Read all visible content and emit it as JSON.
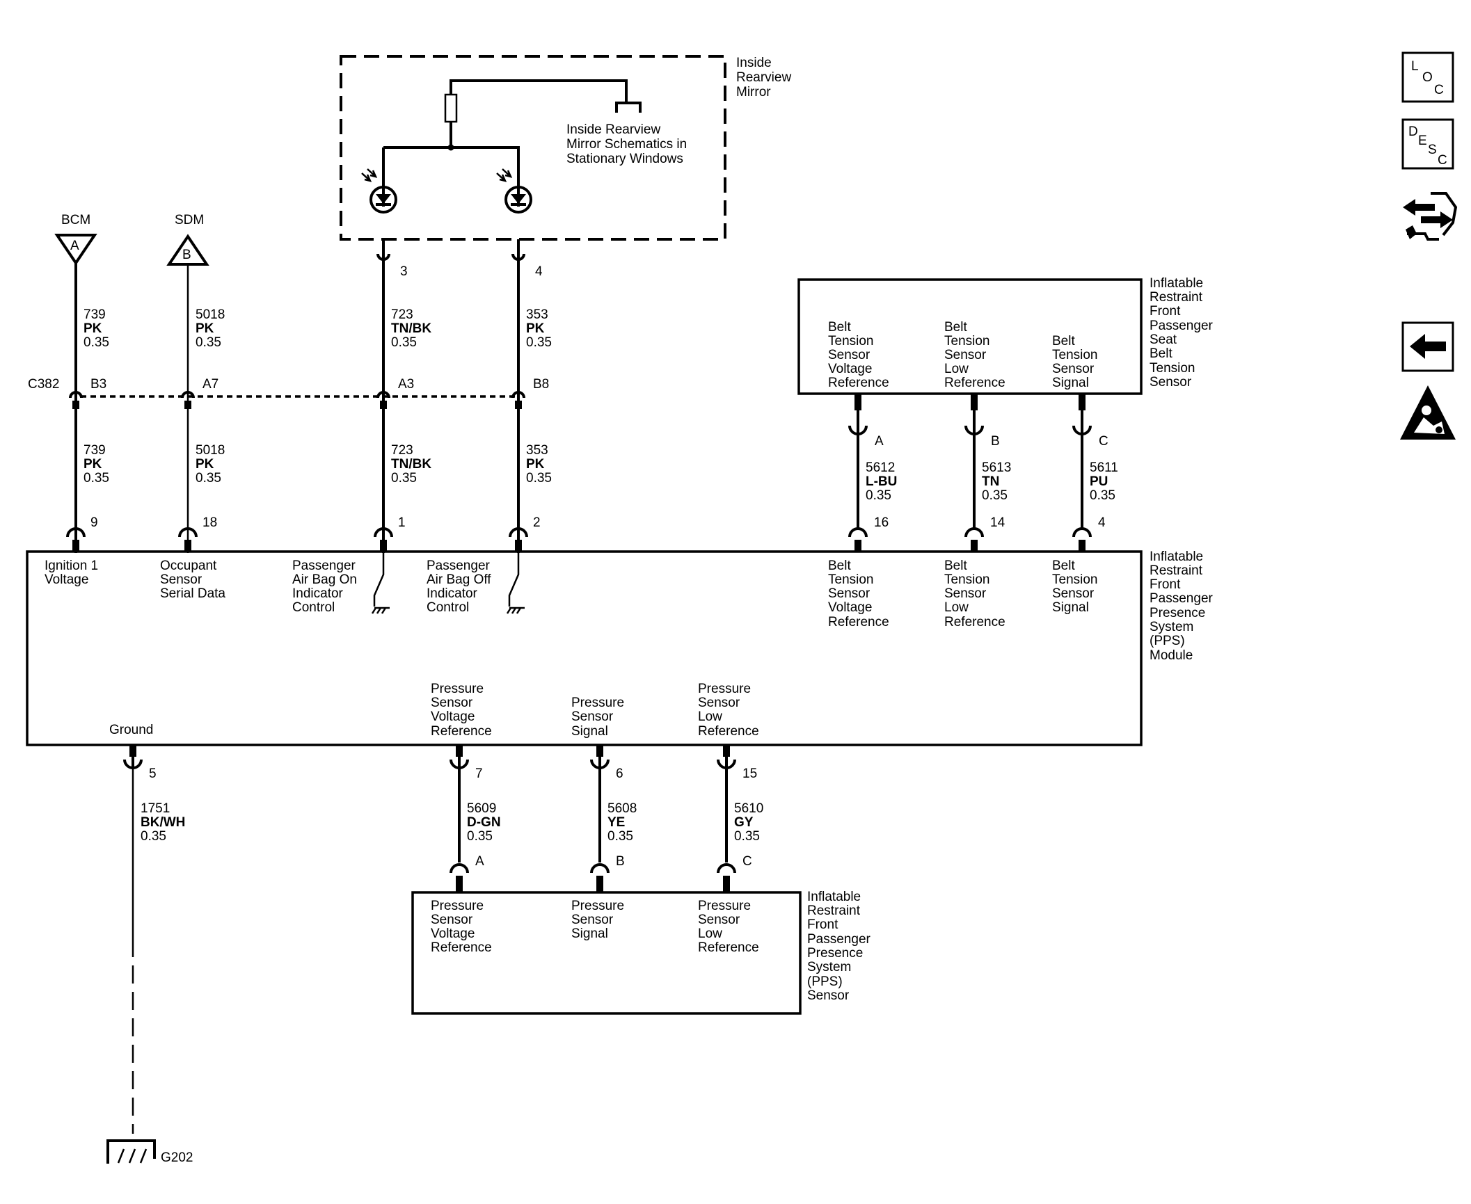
{
  "mirror": {
    "title": [
      "Inside",
      "Rearview",
      "Mirror"
    ],
    "note": [
      "Inside Rearview",
      "Mirror Schematics in",
      "Stationary Windows"
    ],
    "pins": [
      "3",
      "4"
    ]
  },
  "refs": {
    "bcm": {
      "name": "BCM",
      "letter": "A"
    },
    "sdm": {
      "name": "SDM",
      "letter": "B"
    }
  },
  "connector_c382": {
    "id": "C382",
    "cavities": [
      "B3",
      "A7",
      "A3",
      "B8"
    ]
  },
  "wires_upper": [
    {
      "circuit": "739",
      "color": "PK",
      "size": "0.35"
    },
    {
      "circuit": "5018",
      "color": "PK",
      "size": "0.35"
    },
    {
      "circuit": "723",
      "color": "TN/BK",
      "size": "0.35"
    },
    {
      "circuit": "353",
      "color": "PK",
      "size": "0.35"
    }
  ],
  "wires_lower": [
    {
      "circuit": "739",
      "color": "PK",
      "size": "0.35",
      "pin": "9"
    },
    {
      "circuit": "5018",
      "color": "PK",
      "size": "0.35",
      "pin": "18"
    },
    {
      "circuit": "723",
      "color": "TN/BK",
      "size": "0.35",
      "pin": "1"
    },
    {
      "circuit": "353",
      "color": "PK",
      "size": "0.35",
      "pin": "2"
    }
  ],
  "belt_sensor": {
    "title": [
      "Inflatable",
      "Restraint",
      "Front",
      "Passenger",
      "Seat",
      "Belt",
      "Tension",
      "Sensor"
    ],
    "pins": [
      {
        "label": [
          "Belt",
          "Tension",
          "Sensor",
          "Voltage",
          "Reference"
        ],
        "cavity": "A",
        "circuit": "5612",
        "color": "L-BU",
        "size": "0.35",
        "module_pin": "16"
      },
      {
        "label": [
          "Belt",
          "Tension",
          "Sensor",
          "Low",
          "Reference"
        ],
        "cavity": "B",
        "circuit": "5613",
        "color": "TN",
        "size": "0.35",
        "module_pin": "14"
      },
      {
        "label": [
          "Belt",
          "Tension",
          "Sensor",
          "Signal"
        ],
        "cavity": "C",
        "circuit": "5611",
        "color": "PU",
        "size": "0.35",
        "module_pin": "4"
      }
    ]
  },
  "module": {
    "title": [
      "Inflatable",
      "Restraint",
      "Front",
      "Passenger",
      "Presence",
      "System",
      "(PPS)",
      "Module"
    ],
    "top_labels": [
      [
        "Ignition 1",
        "Voltage"
      ],
      [
        "Occupant",
        "Sensor",
        "Serial Data"
      ],
      [
        "Passenger",
        "Air Bag On",
        "Indicator",
        "Control"
      ],
      [
        "Passenger",
        "Air Bag Off",
        "Indicator",
        "Control"
      ],
      [
        "Belt",
        "Tension",
        "Sensor",
        "Voltage",
        "Reference"
      ],
      [
        "Belt",
        "Tension",
        "Sensor",
        "Low",
        "Reference"
      ],
      [
        "Belt",
        "Tension",
        "Sensor",
        "Signal"
      ]
    ],
    "ground_label": "Ground",
    "bottom_labels": [
      [
        "Pressure",
        "Sensor",
        "Voltage",
        "Reference"
      ],
      [
        "Pressure",
        "Sensor",
        "Signal"
      ],
      [
        "Pressure",
        "Sensor",
        "Low",
        "Reference"
      ]
    ]
  },
  "ground_wire": {
    "pin": "5",
    "circuit": "1751",
    "color": "BK/WH",
    "size": "0.35",
    "ground": "G202"
  },
  "pressure_wires": [
    {
      "module_pin": "7",
      "circuit": "5609",
      "color": "D-GN",
      "size": "0.35",
      "cavity": "A"
    },
    {
      "module_pin": "6",
      "circuit": "5608",
      "color": "YE",
      "size": "0.35",
      "cavity": "B"
    },
    {
      "module_pin": "15",
      "circuit": "5610",
      "color": "GY",
      "size": "0.35",
      "cavity": "C"
    }
  ],
  "pps_sensor": {
    "title": [
      "Inflatable",
      "Restraint",
      "Front",
      "Passenger",
      "Presence",
      "System",
      "(PPS)",
      "Sensor"
    ],
    "labels": [
      [
        "Pressure",
        "Sensor",
        "Voltage",
        "Reference"
      ],
      [
        "Pressure",
        "Sensor",
        "Signal"
      ],
      [
        "Pressure",
        "Sensor",
        "Low",
        "Reference"
      ]
    ]
  },
  "nav_icons": {
    "loc": [
      "L",
      "O",
      "C"
    ],
    "desc": [
      "D",
      "E",
      "S",
      "C"
    ],
    "items": [
      "connector-end-view-icon",
      "back-arrow-icon",
      "airbag-warning-icon"
    ]
  }
}
